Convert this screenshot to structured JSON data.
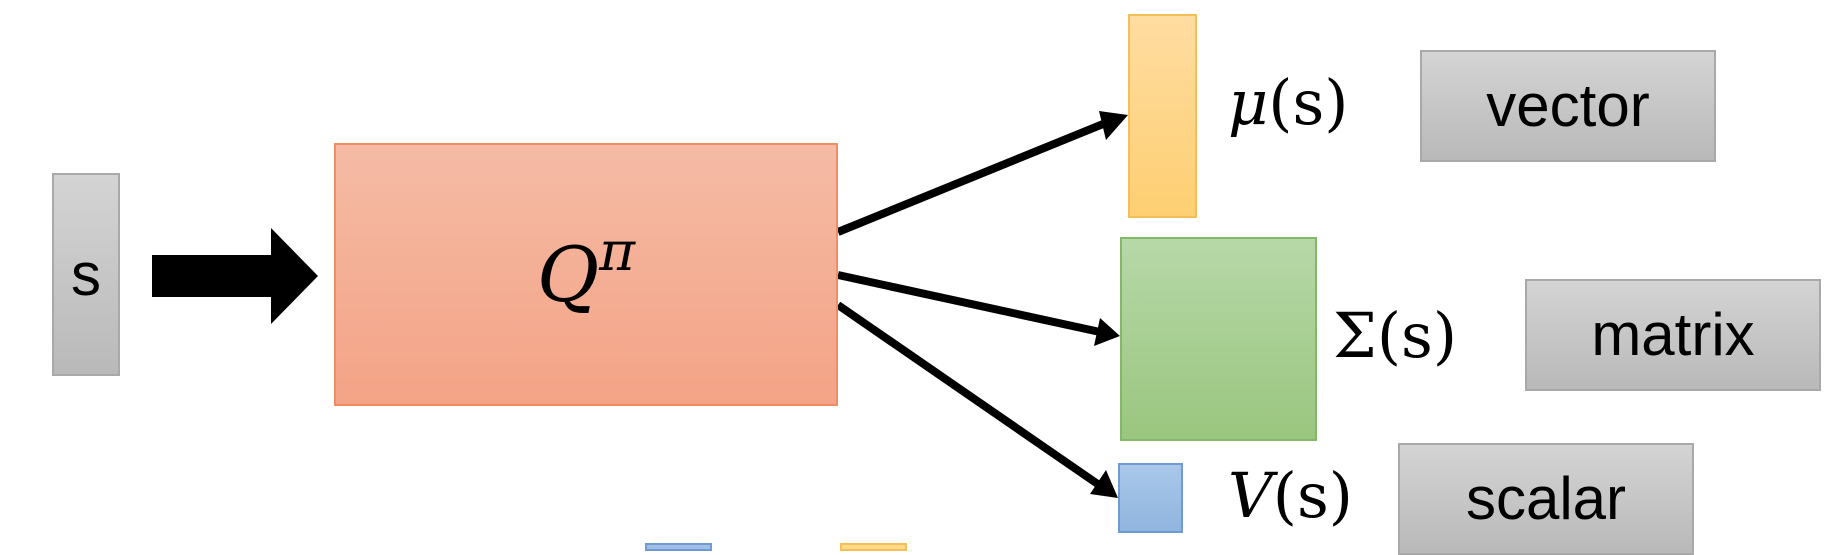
{
  "input": {
    "label": "s"
  },
  "network": {
    "base": "Q",
    "superscript": "π"
  },
  "outputs": [
    {
      "symbol": "μ",
      "argument": "(s)",
      "kind": "vector",
      "color": "#fed27d"
    },
    {
      "symbol": "Σ",
      "argument": "(s)",
      "kind": "matrix",
      "color": "#a6cd8e"
    },
    {
      "symbol": "V",
      "argument": "(s)",
      "kind": "scalar",
      "color": "#9bbce3"
    }
  ],
  "colors": {
    "network_fill": "#f4ab8f",
    "label_box_fill": "#c4c4c4",
    "arrow": "#000000"
  }
}
